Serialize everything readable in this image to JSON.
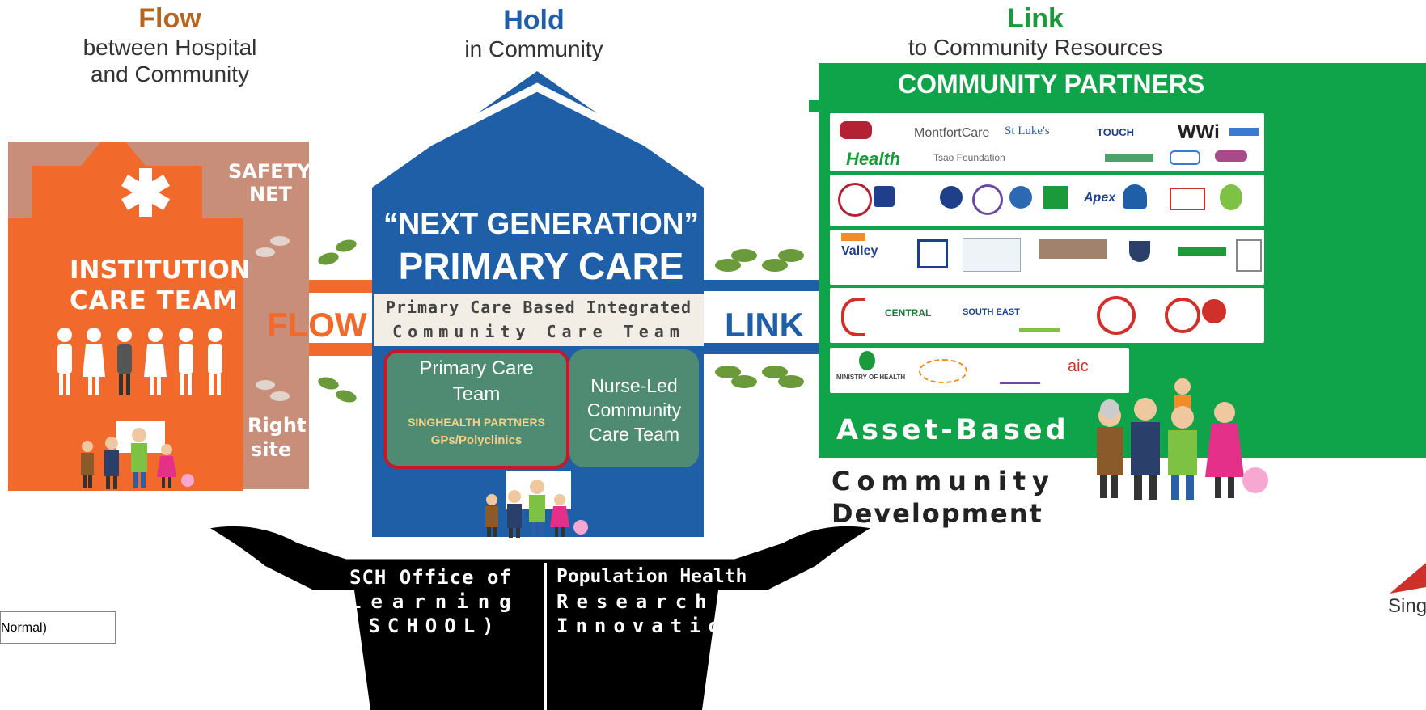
{
  "headers": {
    "flow": {
      "title": "Flow",
      "subtitle_1": "between Hospital",
      "subtitle_2": "and Community",
      "color": "#b5651d"
    },
    "hold": {
      "title": "Hold",
      "subtitle_1": "in Community",
      "color": "#1f5fa8"
    },
    "link": {
      "title": "Link",
      "subtitle_1": "to Community Resources",
      "color": "#1a9a3a"
    }
  },
  "hospital": {
    "safety_net_1": "SAFETY",
    "safety_net_2": "NET",
    "team_1": "INSTITUTION",
    "team_2": "CARE TEAM",
    "right_site_1": "Right",
    "right_site_2": "site"
  },
  "arrows": {
    "flow": "FLOW",
    "link": "LINK"
  },
  "house": {
    "title_1": "“NEXT GENERATION”",
    "title_2": "PRIMARY CARE",
    "band_1": "Primary Care Based Integrated",
    "band_2": "Community Care Team",
    "pct_1": "Primary Care",
    "pct_2": "Team",
    "pct_3": "SINGHEALTH PARTNERS",
    "pct_4": "GPs/Polyclinics",
    "nurse_1": "Nurse-Led",
    "nurse_2": "Community",
    "nurse_3": "Care Team"
  },
  "community": {
    "partners": "COMMUNITY PARTNERS",
    "asset_1": "Asset-Based",
    "asset_2": "Community",
    "asset_3": "Development",
    "logos_row1": [
      "MontfortCare",
      "St Luke's",
      "TOUCH",
      "WWi"
    ],
    "logos_row2": [
      "Health",
      "Tsao Foundation"
    ],
    "logos_row3": [
      "Apex"
    ],
    "logos_row4": [
      "Valley"
    ],
    "logos_row5": [
      "CENTRAL",
      "SOUTH EAST"
    ],
    "logos_row6": [
      "MINISTRY OF HEALTH",
      "aic"
    ]
  },
  "foundation": {
    "left_1": "SCH Office of",
    "left_2": "Learning",
    "left_3": "(SCHOOL)",
    "right_1": "Population Health",
    "right_2": "Research &",
    "right_3": "Innovation"
  },
  "corner": {
    "brand": "Sing",
    "style_box": "Normal)"
  },
  "colors": {
    "hospital_orange": "#f26a2b",
    "safety_tan": "#c98e7a",
    "house_blue": "#1f5fa8",
    "team_green": "#4f8a72",
    "community_green": "#0fa34a",
    "band_beige": "#f2eee5",
    "red_outline": "#c8162b"
  }
}
